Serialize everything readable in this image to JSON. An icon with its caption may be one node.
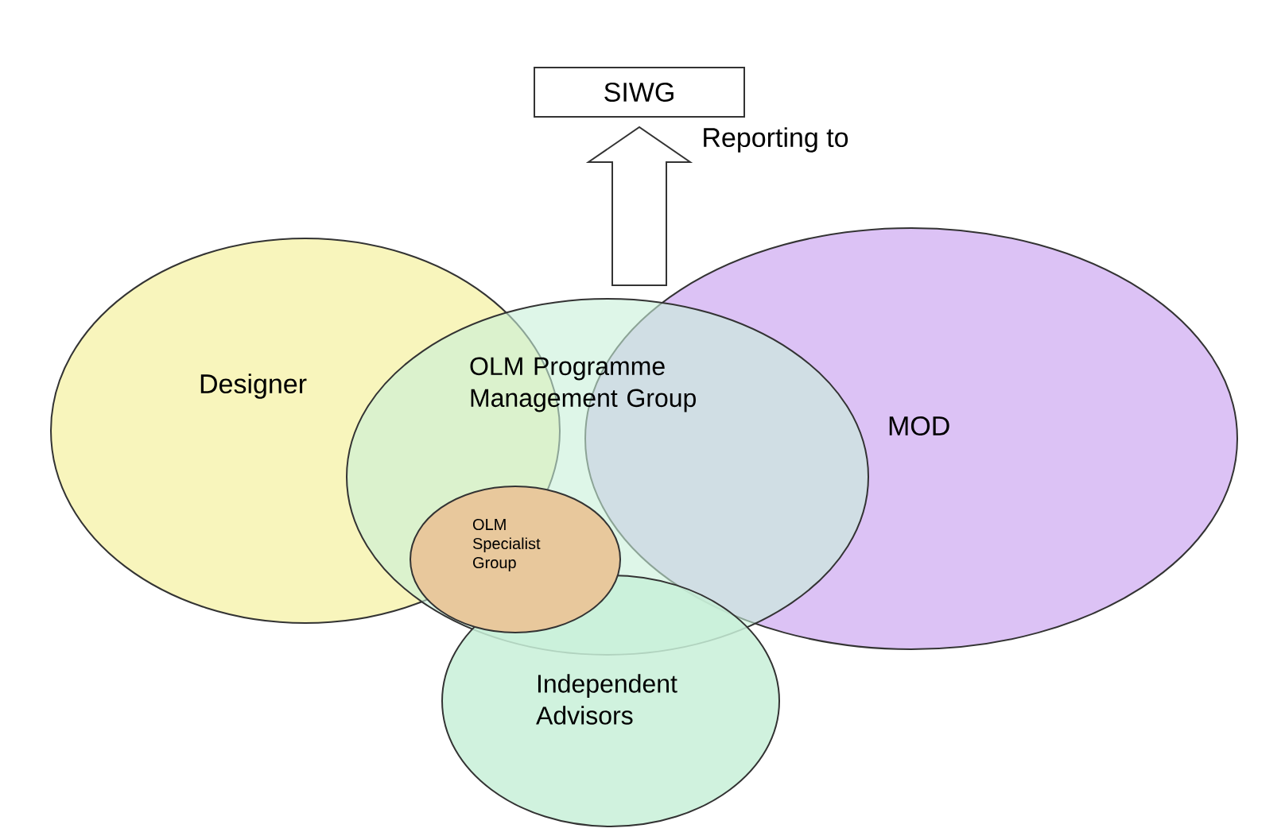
{
  "diagram": {
    "nodes": [
      {
        "text": [
          "SIWG"
        ]
      },
      {
        "text": [
          "Designer"
        ]
      },
      {
        "text": [
          "MOD"
        ]
      },
      {
        "text": [
          "OLM Programme Management Group"
        ]
      },
      {
        "text": [
          "OLM Specialist Group"
        ],
        "in": 3
      },
      {
        "text": [
          "Independent Advisors"
        ]
      }
    ],
    "edges": [
      {
        "from": 3,
        "to": 0,
        "arrow": "to",
        "label": "Reporting to"
      }
    ]
  }
}
